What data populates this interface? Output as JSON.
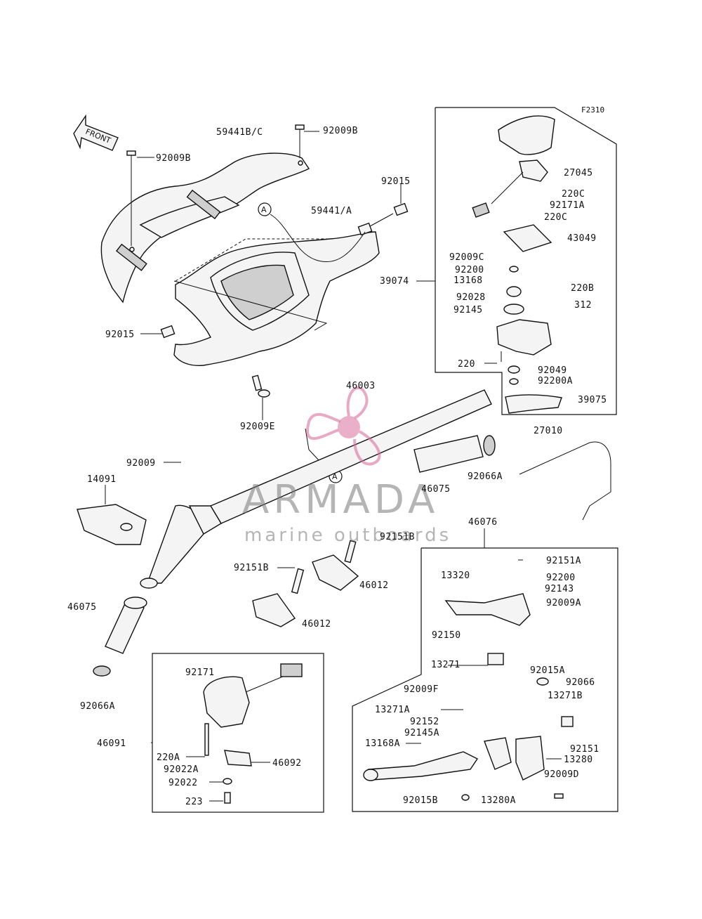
{
  "diagram": {
    "figure_code": "F2310",
    "front_arrow_label": "FRONT",
    "callout_letter": "A",
    "watermark": {
      "title": "ARMADA",
      "subtitle": "marine outboards"
    },
    "labels": [
      {
        "id": "l1",
        "text": "59441B/C"
      },
      {
        "id": "l2",
        "text": "92009B"
      },
      {
        "id": "l3",
        "text": "92009B"
      },
      {
        "id": "l4",
        "text": "92015"
      },
      {
        "id": "l5",
        "text": "59441/A"
      },
      {
        "id": "l6",
        "text": "92015"
      },
      {
        "id": "l7",
        "text": "92009E"
      },
      {
        "id": "l8",
        "text": "46003"
      },
      {
        "id": "l9",
        "text": "27045"
      },
      {
        "id": "l10",
        "text": "220C"
      },
      {
        "id": "l11",
        "text": "92171A"
      },
      {
        "id": "l12",
        "text": "220C"
      },
      {
        "id": "l13",
        "text": "43049"
      },
      {
        "id": "l14",
        "text": "92009C"
      },
      {
        "id": "l15",
        "text": "92200"
      },
      {
        "id": "l16",
        "text": "13168"
      },
      {
        "id": "l17",
        "text": "39074"
      },
      {
        "id": "l18",
        "text": "220B"
      },
      {
        "id": "l19",
        "text": "92028"
      },
      {
        "id": "l20",
        "text": "312"
      },
      {
        "id": "l21",
        "text": "92145"
      },
      {
        "id": "l22",
        "text": "220"
      },
      {
        "id": "l23",
        "text": "92049"
      },
      {
        "id": "l24",
        "text": "92200A"
      },
      {
        "id": "l25",
        "text": "39075"
      },
      {
        "id": "l26",
        "text": "27010"
      },
      {
        "id": "l27",
        "text": "92009"
      },
      {
        "id": "l28",
        "text": "92066A"
      },
      {
        "id": "l29",
        "text": "14091"
      },
      {
        "id": "l30",
        "text": "46075"
      },
      {
        "id": "l31",
        "text": "46076"
      },
      {
        "id": "l32",
        "text": "92151B"
      },
      {
        "id": "l33",
        "text": "92151B"
      },
      {
        "id": "l34",
        "text": "46012"
      },
      {
        "id": "l35",
        "text": "46012"
      },
      {
        "id": "l36",
        "text": "46075"
      },
      {
        "id": "l37",
        "text": "92151A"
      },
      {
        "id": "l38",
        "text": "13320"
      },
      {
        "id": "l39",
        "text": "92200"
      },
      {
        "id": "l40",
        "text": "92143"
      },
      {
        "id": "l41",
        "text": "92009A"
      },
      {
        "id": "l42",
        "text": "92150"
      },
      {
        "id": "l43",
        "text": "13271"
      },
      {
        "id": "l44",
        "text": "92015A"
      },
      {
        "id": "l45",
        "text": "92066"
      },
      {
        "id": "l46",
        "text": "92066A"
      },
      {
        "id": "l47",
        "text": "92171"
      },
      {
        "id": "l48",
        "text": "92009F"
      },
      {
        "id": "l49",
        "text": "13271A"
      },
      {
        "id": "l50",
        "text": "13271B"
      },
      {
        "id": "l51",
        "text": "92152"
      },
      {
        "id": "l52",
        "text": "92145A"
      },
      {
        "id": "l53",
        "text": "92151"
      },
      {
        "id": "l54",
        "text": "13168A"
      },
      {
        "id": "l55",
        "text": "46091"
      },
      {
        "id": "l56",
        "text": "220A"
      },
      {
        "id": "l57",
        "text": "46092"
      },
      {
        "id": "l58",
        "text": "13280"
      },
      {
        "id": "l59",
        "text": "92022A"
      },
      {
        "id": "l60",
        "text": "92009D"
      },
      {
        "id": "l61",
        "text": "92022"
      },
      {
        "id": "l62",
        "text": "223"
      },
      {
        "id": "l63",
        "text": "92015B"
      },
      {
        "id": "l64",
        "text": "13280A"
      }
    ]
  }
}
